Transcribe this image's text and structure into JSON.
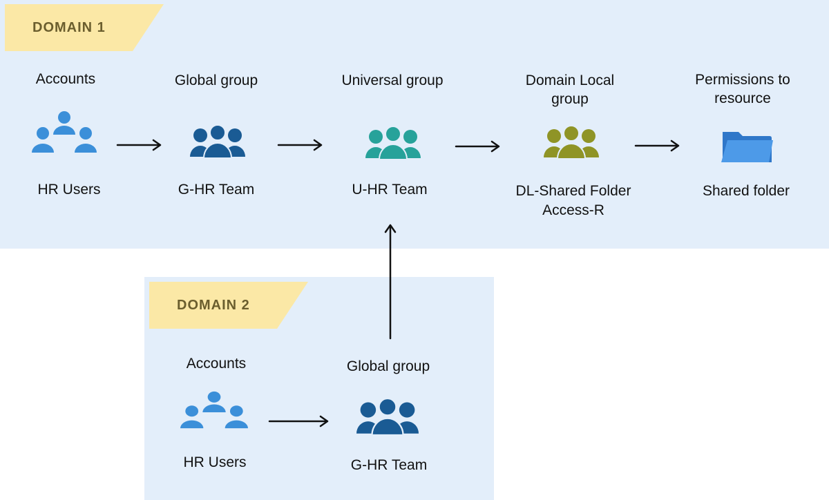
{
  "domain1": {
    "tag": "DOMAIN 1",
    "columns": [
      {
        "header_line1": "Accounts",
        "header_line2": "",
        "name_line1": "HR Users",
        "name_line2": "",
        "icon": "users-icon"
      },
      {
        "header_line1": "Global group",
        "header_line2": "",
        "name_line1": "G-HR Team",
        "name_line2": "",
        "icon": "group-icon"
      },
      {
        "header_line1": "Universal group",
        "header_line2": "",
        "name_line1": "U-HR Team",
        "name_line2": "",
        "icon": "group-icon"
      },
      {
        "header_line1": "Domain Local",
        "header_line2": "group",
        "name_line1": "DL-Shared Folder",
        "name_line2": "Access-R",
        "icon": "group-icon"
      },
      {
        "header_line1": "Permissions to",
        "header_line2": "resource",
        "name_line1": "Shared folder",
        "name_line2": "",
        "icon": "folder-icon"
      }
    ]
  },
  "domain2": {
    "tag": "DOMAIN 2",
    "columns": [
      {
        "header_line1": "Accounts",
        "name_line1": "HR Users",
        "icon": "users-icon"
      },
      {
        "header_line1": "Global group",
        "name_line1": "G-HR Team",
        "icon": "group-icon"
      }
    ]
  },
  "colors": {
    "panel": "#e3eefa",
    "tag": "#fbe8a6",
    "tag_text": "#6b5e2e",
    "accounts": "#3b8fd9",
    "global_group": "#1a5b94",
    "universal_group": "#27a29a",
    "domain_local_group": "#8f9426",
    "folder_back": "#2f77c9",
    "folder_front": "#4d9ae8"
  }
}
